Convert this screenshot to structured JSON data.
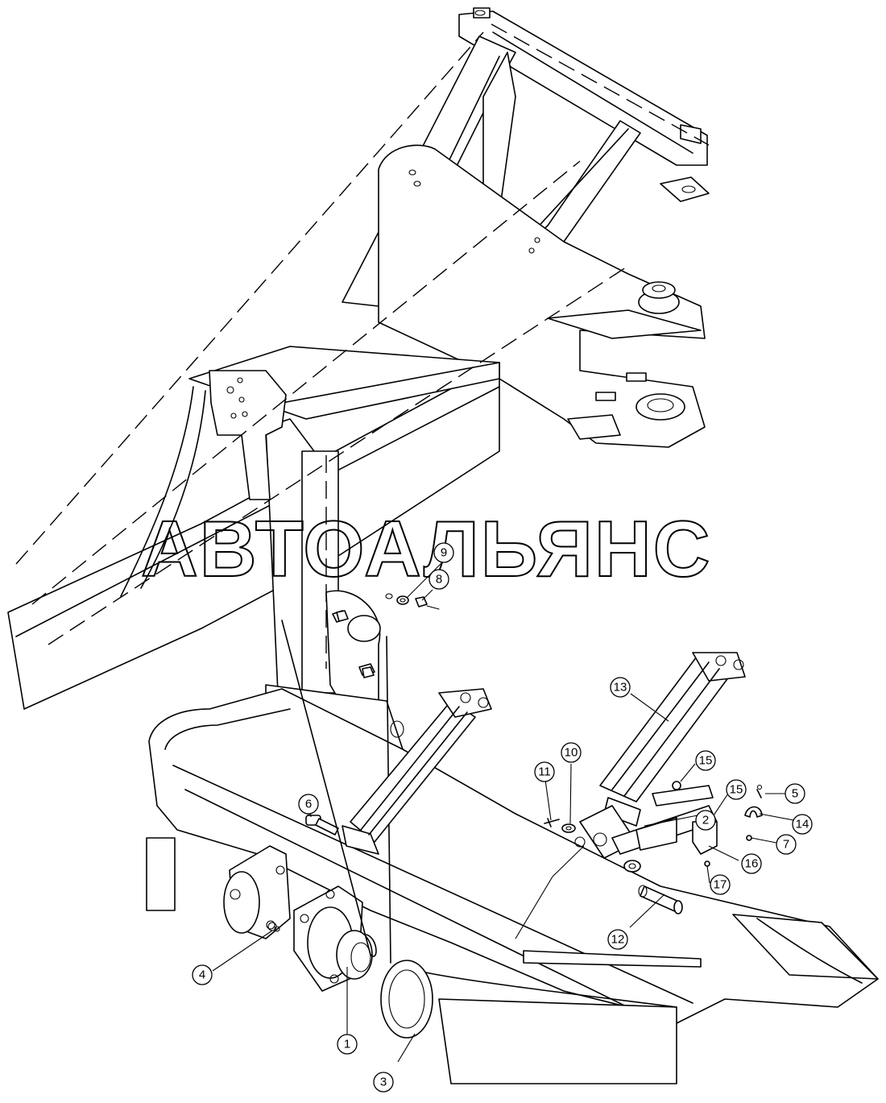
{
  "watermark": "АВТОАЛЬЯНС",
  "callouts": [
    {
      "id": "c1",
      "label": "1"
    },
    {
      "id": "c2",
      "label": "2"
    },
    {
      "id": "c3",
      "label": "3"
    },
    {
      "id": "c4",
      "label": "4"
    },
    {
      "id": "c5",
      "label": "5"
    },
    {
      "id": "c6",
      "label": "6"
    },
    {
      "id": "c7",
      "label": "7"
    },
    {
      "id": "c8",
      "label": "8"
    },
    {
      "id": "c9",
      "label": "9"
    },
    {
      "id": "c10",
      "label": "10"
    },
    {
      "id": "c11",
      "label": "11"
    },
    {
      "id": "c12",
      "label": "12"
    },
    {
      "id": "c13",
      "label": "13"
    },
    {
      "id": "c14",
      "label": "14"
    },
    {
      "id": "c15",
      "label": "15"
    },
    {
      "id": "c15b",
      "label": "15"
    },
    {
      "id": "c16",
      "label": "16"
    },
    {
      "id": "c17",
      "label": "17"
    }
  ]
}
